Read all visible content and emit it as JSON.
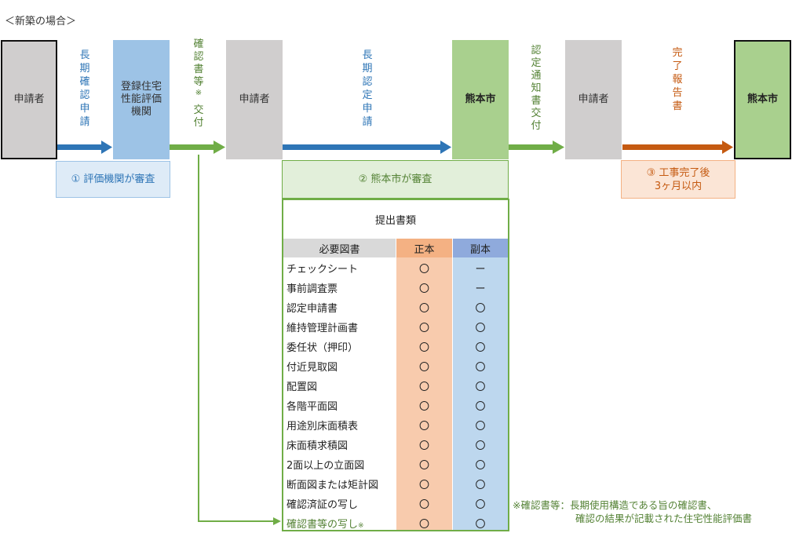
{
  "heading": "＜新築の場合＞",
  "boxes": {
    "applicant1": "申請者",
    "evaluator_lines": [
      "登録住宅",
      "性能評価",
      "機関"
    ],
    "applicant2": "申請者",
    "city1": "熊本市",
    "applicant3": "申請者",
    "city2": "熊本市"
  },
  "flow_labels": {
    "long_confirm_app": [
      "長",
      "期",
      "確",
      "認",
      "申",
      "請"
    ],
    "confirm_delivery": [
      "確",
      "認",
      "書",
      "等",
      "※",
      "",
      "交",
      "付"
    ],
    "long_cert_app": [
      "長",
      "期",
      "認",
      "定",
      "申",
      "請"
    ],
    "cert_notice": [
      "認",
      "定",
      "通",
      "知",
      "書",
      "交",
      "付"
    ],
    "completion_report": [
      "完",
      "了",
      "報",
      "告",
      "書"
    ]
  },
  "notes": {
    "step1": "①  評価機関が審査",
    "step2": "②  熊本市が審査",
    "step3_line1": "③  工事完了後",
    "step3_line2": "3ヶ月以内"
  },
  "table": {
    "title": "提出書類",
    "headers": {
      "name": "必要図書",
      "original": "正本",
      "copy": "副本"
    },
    "rows": [
      {
        "name": "チェックシート",
        "original": "〇",
        "copy": "ー"
      },
      {
        "name": "事前調査票",
        "original": "〇",
        "copy": "ー"
      },
      {
        "name": "認定申請書",
        "original": "〇",
        "copy": "〇"
      },
      {
        "name": "維持管理計画書",
        "original": "〇",
        "copy": "〇"
      },
      {
        "name": "委任状（押印）",
        "original": "〇",
        "copy": "〇"
      },
      {
        "name": "付近見取図",
        "original": "〇",
        "copy": "〇"
      },
      {
        "name": "配置図",
        "original": "〇",
        "copy": "〇"
      },
      {
        "name": "各階平面図",
        "original": "〇",
        "copy": "〇"
      },
      {
        "name": "用途別床面積表",
        "original": "〇",
        "copy": "〇"
      },
      {
        "name": "床面積求積図",
        "original": "〇",
        "copy": "〇"
      },
      {
        "name": "2面以上の立面図",
        "original": "〇",
        "copy": "〇"
      },
      {
        "name": "断面図または矩計図",
        "original": "〇",
        "copy": "〇"
      },
      {
        "name": "確認済証の写し",
        "original": "〇",
        "copy": "〇"
      },
      {
        "name": "確認書等の写し",
        "name_suffix": "※",
        "original": "〇",
        "copy": "〇"
      }
    ]
  },
  "footnote": {
    "line1": "※確認書等：長期使用構造である旨の確認書、",
    "line2": "確認の結果が記載された住宅性能評価書"
  },
  "colors": {
    "blue_arrow": "#2e75b6",
    "green_arrow": "#70ad47",
    "orange_arrow": "#c55a11"
  }
}
